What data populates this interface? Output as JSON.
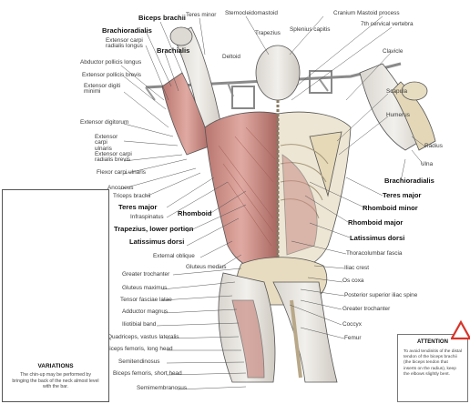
{
  "labels_left": [
    {
      "id": "biceps-brachii",
      "text": "Biceps brachii",
      "bold": true
    },
    {
      "id": "teres-minor-top",
      "text": "Teres minor",
      "bold": false
    },
    {
      "id": "sternocleidomastoid",
      "text": "Sternocleidomastoid",
      "bold": false
    },
    {
      "id": "cranium",
      "text": "Cranium",
      "bold": false
    },
    {
      "id": "mastoid-process",
      "text": "Mastoid process",
      "bold": false
    },
    {
      "id": "seventh-cervical",
      "text": "7th cervical vertebra",
      "bold": false
    },
    {
      "id": "trapezius",
      "text": "Trapezius",
      "bold": false
    },
    {
      "id": "splenius-capitis",
      "text": "Splenius capitis",
      "bold": false
    },
    {
      "id": "deltoid",
      "text": "Deltoid",
      "bold": false
    },
    {
      "id": "clavicle",
      "text": "Clavicle",
      "bold": false
    },
    {
      "id": "brachioradialis-left",
      "text": "Brachioradialis",
      "bold": true
    },
    {
      "id": "brachialis",
      "text": "Brachialis",
      "bold": true
    },
    {
      "id": "ecr-longus",
      "text": "Extensor carpi radialis longus",
      "bold": false
    },
    {
      "id": "abd-poll-longus",
      "text": "Abductor pollicis longus",
      "bold": false
    },
    {
      "id": "ext-poll-brevis",
      "text": "Extensor pollicis brevis",
      "bold": false
    },
    {
      "id": "ext-digiti-minimi",
      "text": "Extensor digiti minimi",
      "bold": false
    },
    {
      "id": "scapula",
      "text": "Scapula",
      "bold": false
    },
    {
      "id": "humerus",
      "text": "Humerus",
      "bold": false
    },
    {
      "id": "ext-digitorum",
      "text": "Extensor digitorum",
      "bold": false
    },
    {
      "id": "ext-carpi-ulnaris",
      "text": "Extensor carpi ulnaris",
      "bold": false
    },
    {
      "id": "ecr-brevis",
      "text": "Extensor carpi radialis brevis",
      "bold": false
    },
    {
      "id": "radius",
      "text": "Radius",
      "bold": false
    },
    {
      "id": "ulna",
      "text": "Ulna",
      "bold": false
    },
    {
      "id": "flexor-carpi-ulnaris",
      "text": "Flexor carpi ulnaris",
      "bold": false
    },
    {
      "id": "brachioradialis-right",
      "text": "Brachioradialis",
      "bold": true
    },
    {
      "id": "anconeus",
      "text": "Anconeus",
      "bold": false
    },
    {
      "id": "triceps-brachii",
      "text": "Triceps brachii",
      "bold": false
    },
    {
      "id": "teres-major-right",
      "text": "Teres major",
      "bold": true
    },
    {
      "id": "teres-major-left",
      "text": "Teres major",
      "bold": true
    },
    {
      "id": "rhomboid",
      "text": "Rhomboid",
      "bold": true
    },
    {
      "id": "rhomboid-minor",
      "text": "Rhomboid minor",
      "bold": true
    },
    {
      "id": "infraspinatus",
      "text": "Infraspinatus",
      "bold": false
    },
    {
      "id": "trapezius-lower",
      "text": "Trapezius, lower portion",
      "bold": true
    },
    {
      "id": "rhomboid-major",
      "text": "Rhomboid major",
      "bold": true
    },
    {
      "id": "latissimus-left",
      "text": "Latissimus dorsi",
      "bold": true
    },
    {
      "id": "latissimus-right",
      "text": "Latissimus dorsi",
      "bold": true
    },
    {
      "id": "external-oblique",
      "text": "External oblique",
      "bold": false
    },
    {
      "id": "thoracolumbar-fascia",
      "text": "Thoracolumbar fascia",
      "bold": false
    },
    {
      "id": "gluteus-medius",
      "text": "Gluteus medius",
      "bold": false
    },
    {
      "id": "greater-trochanter-left",
      "text": "Greater trochanter",
      "bold": false
    },
    {
      "id": "iliac-crest",
      "text": "Iliac crest",
      "bold": false
    },
    {
      "id": "gluteus-maximus",
      "text": "Gluteus maximus",
      "bold": false
    },
    {
      "id": "os-coxa",
      "text": "Os coxa",
      "bold": false
    },
    {
      "id": "tensor-fasciae-latae",
      "text": "Tensor fasciae latae",
      "bold": false
    },
    {
      "id": "psis",
      "text": "Posterior superior iliac spine",
      "bold": false
    },
    {
      "id": "adductor-magnus",
      "text": "Adductor magnus",
      "bold": false
    },
    {
      "id": "greater-trochanter-right",
      "text": "Greater trochanter",
      "bold": false
    },
    {
      "id": "iliotibial-band",
      "text": "Iliotibial band",
      "bold": false
    },
    {
      "id": "coccyx",
      "text": "Coccyx",
      "bold": false
    },
    {
      "id": "quadriceps",
      "text": "Quadriceps, vastus lateralis",
      "bold": false
    },
    {
      "id": "femur",
      "text": "Femur",
      "bold": false
    },
    {
      "id": "biceps-femoris-long",
      "text": "Biceps femoris, long head",
      "bold": false
    },
    {
      "id": "semitendinosus",
      "text": "Semitendinosus",
      "bold": false
    },
    {
      "id": "biceps-femoris-short",
      "text": "Biceps femoris, short head",
      "bold": false
    },
    {
      "id": "semimembranosus",
      "text": "Semimembranosus",
      "bold": false
    }
  ],
  "variations": {
    "title": "VARIATIONS",
    "text": "The chin-up may be performed by bringing the back of the neck almost level with the bar."
  },
  "attention": {
    "title": "ATTENTION",
    "text": "To avoid tendinitis of the distal tendon of the biceps brachii (the biceps tendon that inserts on the radius), keep the elbows slightly bent."
  },
  "colors": {
    "muscle": "#c98d85",
    "muscle_dark": "#9e5b55",
    "bone": "#e8dcc0",
    "skin": "#e6e3de",
    "outline": "#555555"
  }
}
